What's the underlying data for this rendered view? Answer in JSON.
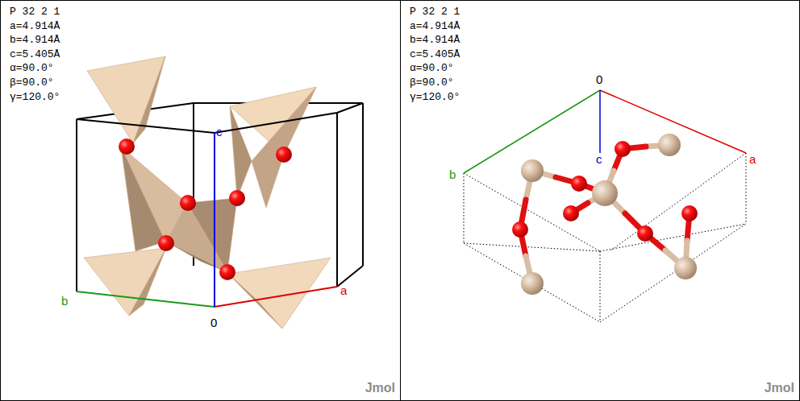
{
  "diagram": {
    "nodes": [
      {
        "text": [
          "P 32 2 1",
          "a=4.914Å",
          "b=4.914Å",
          "c=5.405Å",
          "α=90.0°",
          "β=90.0°",
          "γ=120.0°",
          "Jmol"
        ]
      },
      {
        "text": [
          "P 32 2 1",
          "a=4.914Å",
          "b=4.914Å",
          "c=5.405Å",
          "α=90.0°",
          "β=90.0°",
          "γ=120.0°",
          "Jmol"
        ]
      }
    ],
    "labels": [
      "c",
      "b",
      "a",
      "0",
      "0",
      "b",
      "c",
      "a"
    ]
  }
}
